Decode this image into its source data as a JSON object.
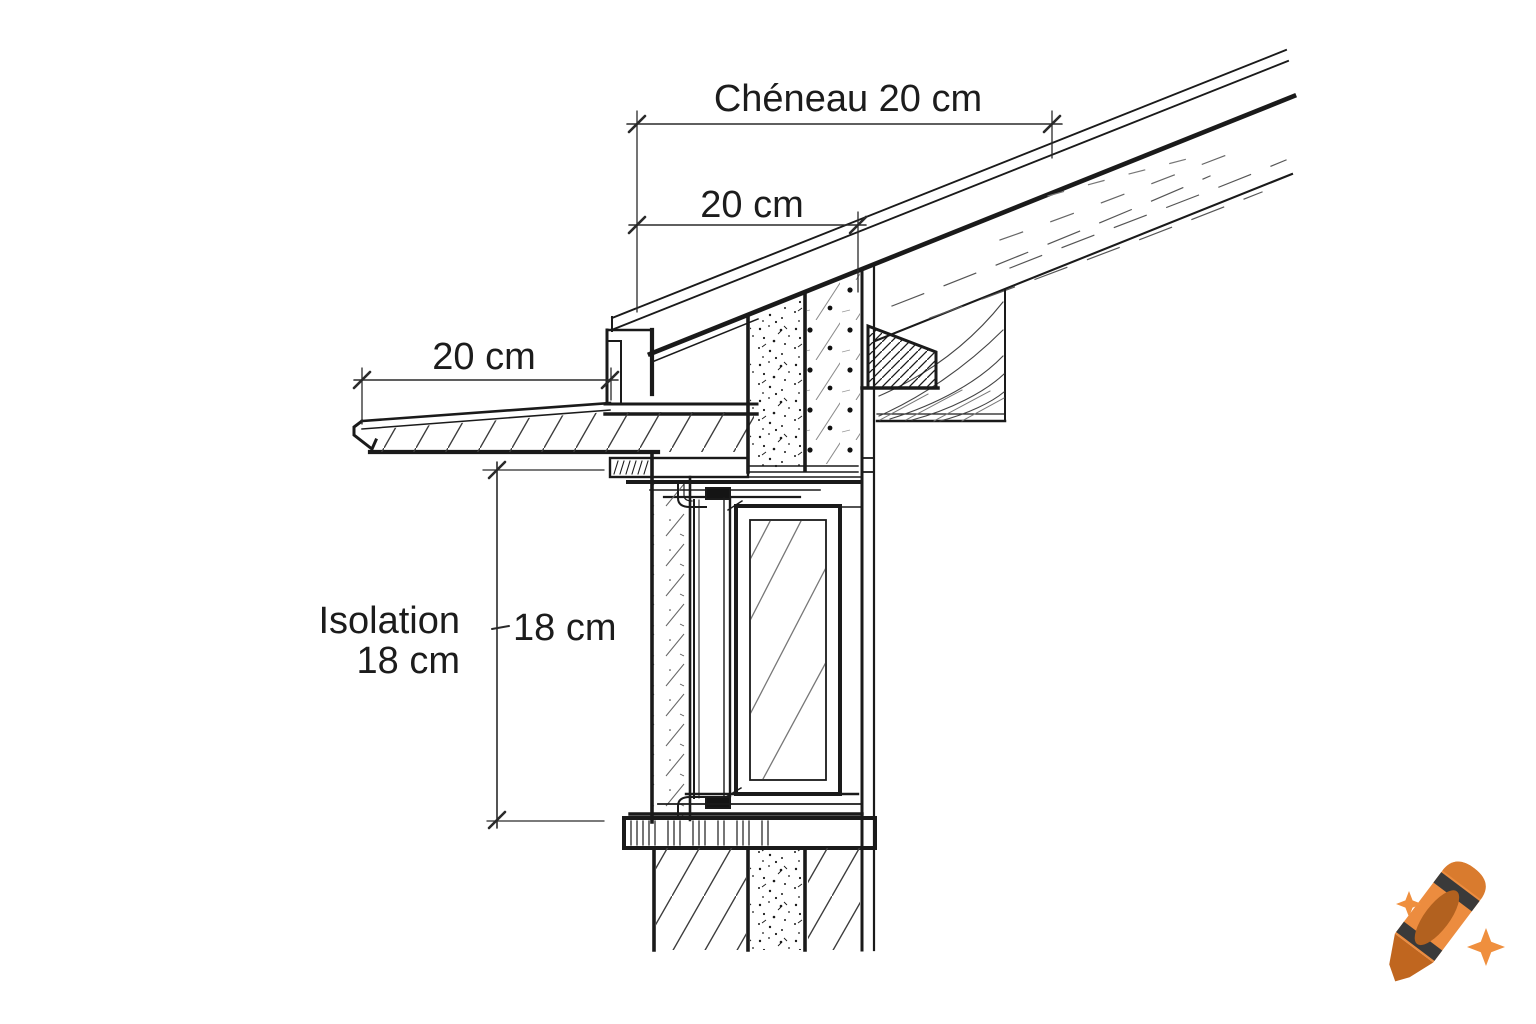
{
  "page": {
    "background": "#ffffff",
    "ink_color": "#1a1a1a",
    "dim_color": "#2a2a2a"
  },
  "drawing": {
    "kind": "roof-eave-construction-section",
    "dimensions": {
      "cheneau": "Chéneau 20 cm",
      "roof_edge": "20 cm",
      "overhang": "20 cm",
      "insulation_title": "Isolation",
      "insulation_size": "18 cm",
      "insulation_dim": "18 cm"
    }
  },
  "watermark": {
    "icon": "crayon-logo",
    "colors": {
      "body": "#EC8C3F",
      "band": "#3A3A3A",
      "oval": "#B2611F",
      "tip": "#C0661F",
      "cap": "#D97B2E",
      "sparkle": "#EF8F3E"
    }
  }
}
